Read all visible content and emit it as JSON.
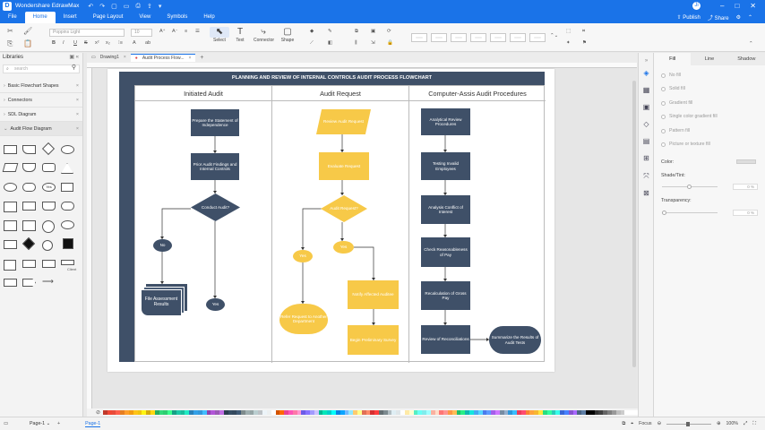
{
  "app": {
    "title": "Wondershare EdrawMax",
    "avatar_letter": "Ji"
  },
  "menu": {
    "items": [
      "File",
      "Home",
      "Insert",
      "Page Layout",
      "View",
      "Symbols",
      "Help"
    ],
    "active": "Home",
    "publish": "Publish",
    "share": "Share"
  },
  "ribbon": {
    "font_name": "Poppins Light",
    "font_size": "10",
    "tools": [
      {
        "label": "Select",
        "icon": "select-icon"
      },
      {
        "label": "Text",
        "icon": "text-icon"
      },
      {
        "label": "Connector",
        "icon": "connector-icon"
      },
      {
        "label": "Shape",
        "icon": "shape-icon"
      }
    ]
  },
  "doc_tabs": [
    {
      "label": "Drawing1",
      "active": false
    },
    {
      "label": "Audit Process Flow...",
      "active": true
    }
  ],
  "left_panel": {
    "title": "Libraries",
    "search_placeholder": "search",
    "libraries": [
      {
        "label": "Basic Flowchart Shapes",
        "open": false
      },
      {
        "label": "Connectors",
        "open": false
      },
      {
        "label": "SDL Diagram",
        "open": false
      },
      {
        "label": "Audit Flow Diagram",
        "open": true
      }
    ],
    "shape_labels": {
      "yes": "Yes",
      "client": "Client"
    }
  },
  "diagram": {
    "title": "PLANNING AND REVIEW OF INTERNAL CONTROLS AUDIT PROCESS FLOWCHART",
    "lanes": [
      "Initiated Audit",
      "Audit Request",
      "Computer-Assis Audit Procedures"
    ],
    "nodes": {
      "prep": "Prepare the Statement of Independence",
      "prior": "Prior Audit Findings and Internal Controls",
      "conduct": "Conduct Audit?",
      "no": "No",
      "yes1": "Yes",
      "file": "File Assessment Results",
      "review": "Review Audit Request",
      "evaluate": "Evaluate Request",
      "approve": "Audit Request?",
      "yes2": "Yes",
      "yes3": "Yes",
      "refer": "Refer Request to Another Department",
      "notify": "Notify Affected Auditee",
      "begin": "Begin Preliminary Survey",
      "analytical": "Analytical Review Procedures",
      "testing": "Testing Invalid Employees",
      "conflict": "Analysis Conflict of Interest",
      "reasonable": "Check Reasonableness of Pay",
      "recalc": "Recalculation of Gross Pay",
      "reconcile": "Review of Reconciliations",
      "summarize": "Summarize the Results of Audit Tests"
    }
  },
  "right_panel": {
    "tabs": [
      "Fill",
      "Line",
      "Shadow"
    ],
    "active_tab": "Fill",
    "options": [
      "No fill",
      "Solid fill",
      "Gradient fill",
      "Single color gradient fill",
      "Pattern fill",
      "Picture or texture fill"
    ],
    "color_label": "Color:",
    "shade_label": "Shade/Tint:",
    "shade_value": "0 %",
    "transparency_label": "Transparency:",
    "transparency_value": "0 %"
  },
  "status": {
    "page_selector": "Page-1",
    "page_tab": "Page-1",
    "focus": "Focus",
    "zoom": "100%"
  },
  "palette": [
    "#c0392b",
    "#e74c3c",
    "#e67e22",
    "#f39c12",
    "#f1c40f",
    "#d4ac0d",
    "#27ae60",
    "#2ecc71",
    "#16a085",
    "#1abc9c",
    "#2980b9",
    "#3498db",
    "#8e44ad",
    "#9b59b6",
    "#2c3e50",
    "#34495e",
    "#7f8c8d",
    "#95a5a6",
    "#bdc3c7",
    "#ecf0f1",
    "#d35400",
    "#e84393",
    "#fd79a8",
    "#6c5ce7",
    "#a29bfe",
    "#00b894",
    "#00cec9",
    "#0984e3",
    "#74b9ff",
    "#fdcb6e",
    "#e17055",
    "#d63031",
    "#636e72",
    "#b2bec3",
    "#dfe6e9",
    "#ffeaa7",
    "#55efc4",
    "#81ecec",
    "#fab1a0",
    "#ff7675",
    "#fd9644",
    "#20bf6b",
    "#0fb9b1",
    "#45aaf2",
    "#4b7bec",
    "#a55eea",
    "#778ca3",
    "#2d98da",
    "#eb3b5a",
    "#fa8231",
    "#f7b731",
    "#26de81",
    "#2bcbba",
    "#3867d6",
    "#8854d0",
    "#4b6584",
    "#000000",
    "#333333",
    "#666666",
    "#999999",
    "#cccccc",
    "#ffffff"
  ]
}
